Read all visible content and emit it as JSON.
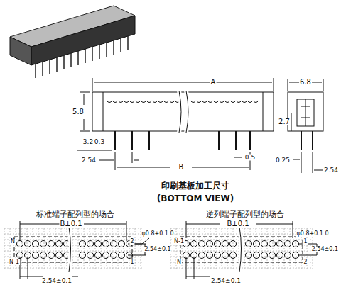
{
  "diagram": {
    "labels": [
      "A",
      "6.8",
      "5.8",
      "2.7",
      "3.2",
      "0.3",
      "2.54",
      "0.5",
      "B",
      "0.25",
      "2.54",
      "印刷基板加工尺寸",
      "(BOTTOM VIEW)",
      "标准端子配列型的场合",
      "逆列端子配列型的场合",
      "B±0.1",
      "B±0.1",
      "φ0.8+0.1 0",
      "φ0.8+0.1 0",
      "2.54±0.1",
      "2.54±0.1",
      "2.54±0.1",
      "2.54±0.1",
      "N",
      "N-1",
      "2",
      "1",
      "N-1",
      "N",
      "1",
      "2"
    ]
  }
}
